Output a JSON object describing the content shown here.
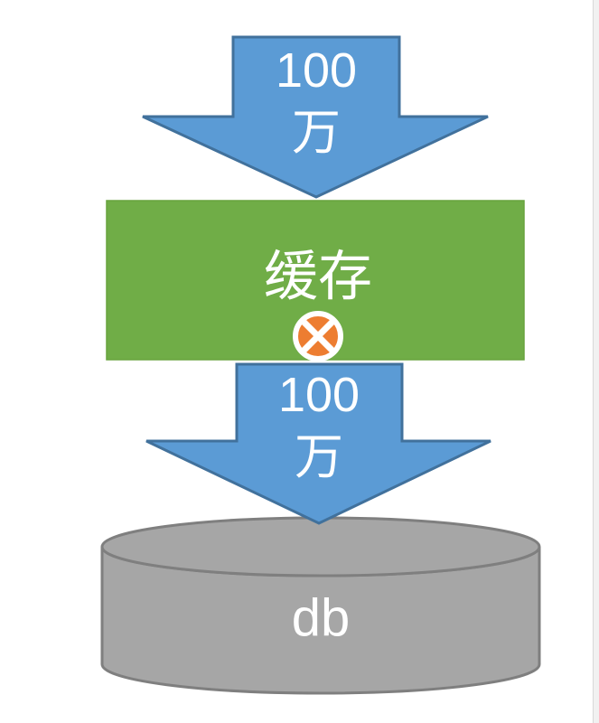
{
  "page": {
    "background": "#FFFFFF",
    "edge_strip_color": "#F1F1F1",
    "edge_strip_line": "#D9D9D9"
  },
  "colors": {
    "arrow_fill": "#5B9BD5",
    "arrow_stroke": "#41719C",
    "cache_fill": "#70AD47",
    "cache_stroke": "#68A33F",
    "blocked_fill": "#ED7D31",
    "blocked_cross": "#FFFFFF",
    "db_fill": "#A6A6A6",
    "db_stroke": "#7F7F7F",
    "label_text": "#FFFFFF"
  },
  "diagram": {
    "top_arrow": {
      "value": "100",
      "unit": "万"
    },
    "cache_box": {
      "label": "缓存"
    },
    "blocked_icon": "crossed-circle-icon",
    "bottom_arrow": {
      "value": "100",
      "unit": "万"
    },
    "database": {
      "label": "db"
    }
  }
}
